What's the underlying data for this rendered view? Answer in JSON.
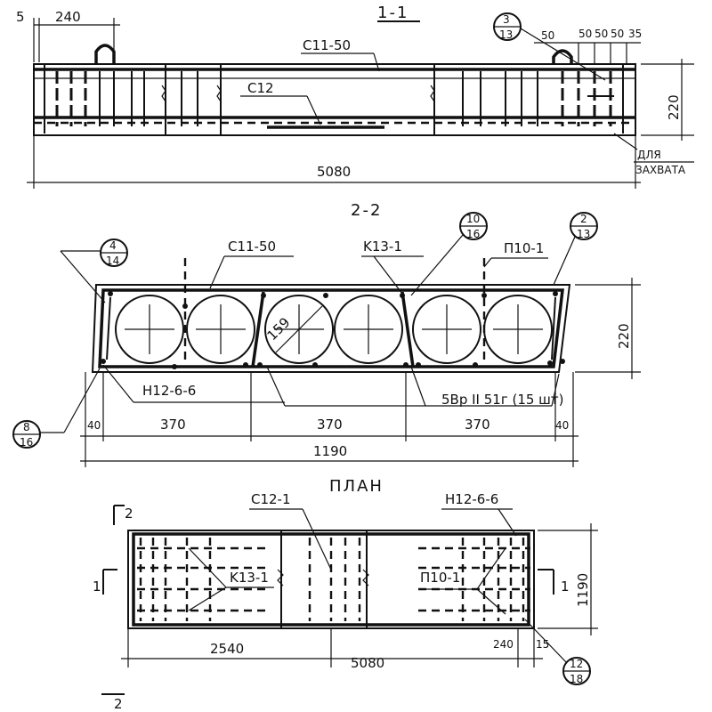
{
  "section_1_1": {
    "title": "1-1",
    "dims": {
      "d5": "5",
      "d240": "240",
      "d5080": "5080",
      "d220": "220",
      "d50a": "50",
      "d50b": "50",
      "d50c": "50",
      "d50d": "50",
      "d35": "35"
    },
    "labels": {
      "c11_50": "C11-50",
      "c12": "C12",
      "grip": "ДЛЯ\nЗАХВАТА",
      "grip_line1": "ДЛЯ",
      "grip_line2": "ЗАХВАТА"
    },
    "callout": {
      "top": "3",
      "bottom": "13"
    }
  },
  "section_2_2": {
    "title": "2-2",
    "dims": {
      "d40a": "40",
      "d370a": "370",
      "d370b": "370",
      "d370c": "370",
      "d40b": "40",
      "d1190": "1190",
      "d220": "220",
      "d159": "159"
    },
    "labels": {
      "c11_50": "C11-50",
      "k13_1": "K13-1",
      "p10_1": "П10-1",
      "n12_6_6": "Н12-6-6",
      "wire": "5Вр II 51г (15 шт)"
    },
    "callouts": [
      {
        "top": "4",
        "bottom": "14"
      },
      {
        "top": "10",
        "bottom": "16"
      },
      {
        "top": "2",
        "bottom": "13"
      },
      {
        "top": "8",
        "bottom": "16"
      }
    ]
  },
  "plan": {
    "title": "ПЛАН",
    "dims": {
      "d2540": "2540",
      "d5080": "5080",
      "d1190": "1190",
      "d240": "240",
      "d15": "15"
    },
    "labels": {
      "c12_1": "C12-1",
      "n12_6_6": "Н12-6-6",
      "k13_1": "K13-1",
      "p10_1": "П10-1",
      "mark1_left": "1",
      "mark1_right": "1",
      "mark2_top": "2",
      "mark2_bottom": "2"
    },
    "callout": {
      "top": "12",
      "bottom": "18"
    }
  }
}
